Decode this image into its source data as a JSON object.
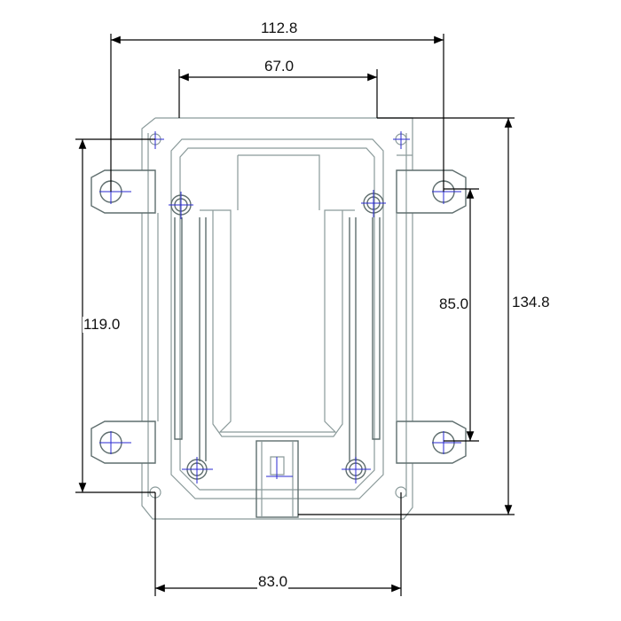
{
  "drawing": {
    "dimensions": {
      "overall_ear_width": "112.8",
      "top_channel_width": "67.0",
      "overall_height": "134.8",
      "right_ear_spacing": "85.0",
      "left_ear_spacing": "119.0",
      "bottom_hole_spacing": "83.0"
    },
    "colors": {
      "part_line": "#8a9a9a",
      "center_line": "#2a2ad0",
      "dimension_line": "#000000"
    }
  }
}
